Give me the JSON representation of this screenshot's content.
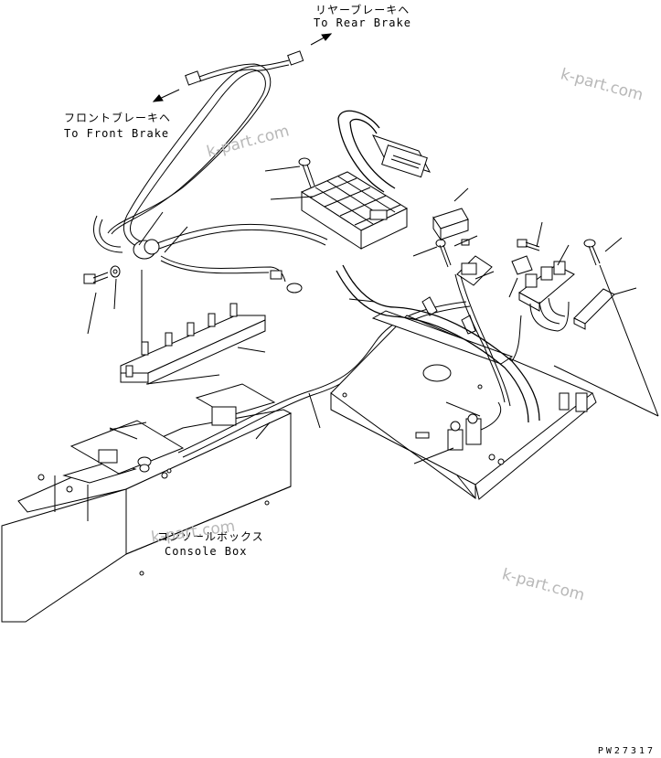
{
  "labels": {
    "rear_brake_jp": "リヤーブレーキヘ",
    "rear_brake_en": "To Rear Brake",
    "front_brake_jp": "フロントブレーキヘ",
    "front_brake_en": "To Front Brake",
    "console_box_jp": "コンソールボックス",
    "console_box_en": "Console Box"
  },
  "watermarks": [
    "k-part.com",
    "k-part.com",
    "k-part.com",
    "k-part.com"
  ],
  "drawing_code": "PW27317"
}
